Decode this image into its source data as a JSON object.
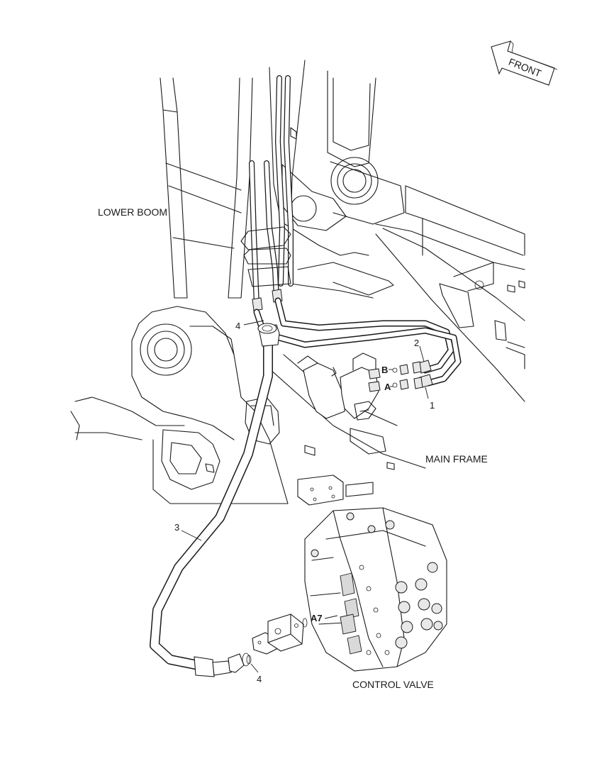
{
  "labels": {
    "lower_boom": "LOWER BOOM",
    "main_frame": "MAIN FRAME",
    "control_valve": "CONTROL VALVE",
    "front": "FRONT"
  },
  "ports": {
    "a": "A",
    "b": "B",
    "a7": "A7"
  },
  "callouts": {
    "item_1": "1",
    "item_2": "2",
    "item_3": "3",
    "item_4_upper": "4",
    "item_4_lower": "4"
  }
}
